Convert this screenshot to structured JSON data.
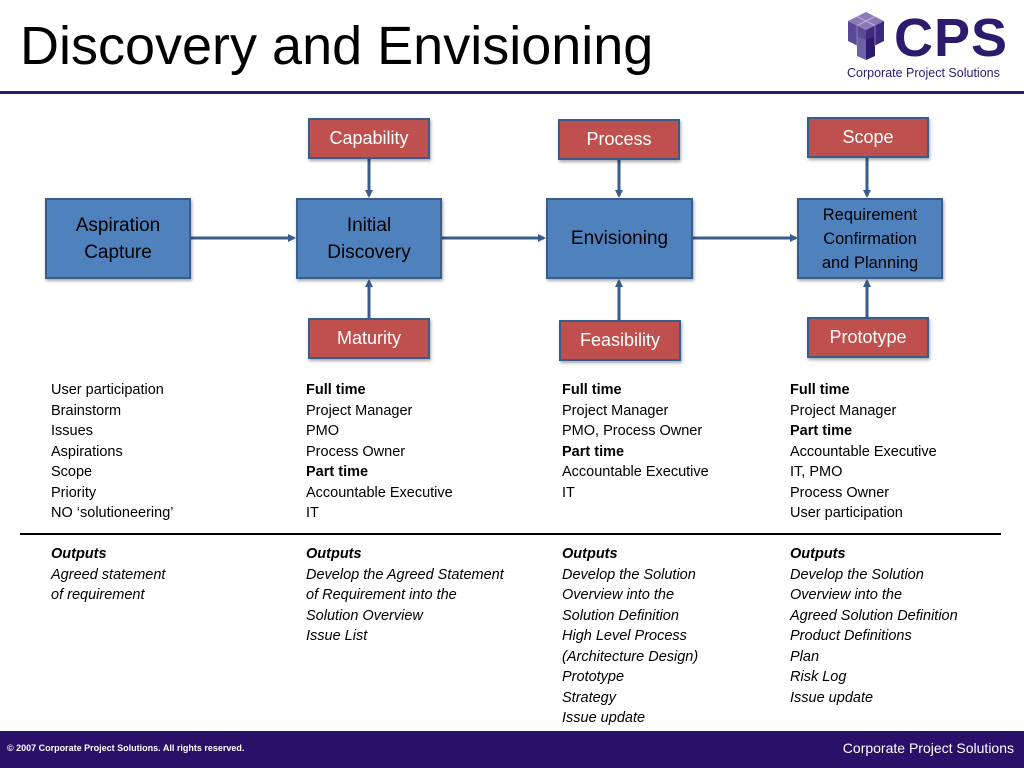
{
  "slide": {
    "title": "Discovery and Envisioning",
    "logo_text": "CPS",
    "logo_subtitle": "Corporate Project Solutions"
  },
  "diagram": {
    "stages": [
      "Aspiration\nCapture",
      "Initial\nDiscovery",
      "Envisioning",
      "Requirement\nConfirmation\nand Planning"
    ],
    "top_inputs": [
      "Capability",
      "Process",
      "Scope"
    ],
    "bottom_inputs": [
      "Maturity",
      "Feasibility",
      "Prototype"
    ]
  },
  "columns": [
    {
      "participants": [
        {
          "text": "User participation",
          "bold": false
        },
        {
          "text": "Brainstorm",
          "bold": false
        },
        {
          "text": "Issues",
          "bold": false
        },
        {
          "text": "Aspirations",
          "bold": false
        },
        {
          "text": "Scope",
          "bold": false
        },
        {
          "text": "Priority",
          "bold": false
        },
        {
          "text": "NO ‘solutioneering’",
          "bold": false
        }
      ],
      "outputs_heading": "Outputs",
      "outputs": [
        "Agreed statement",
        "of requirement"
      ]
    },
    {
      "participants": [
        {
          "text": "Full time",
          "bold": true
        },
        {
          "text": "Project Manager",
          "bold": false
        },
        {
          "text": "PMO",
          "bold": false
        },
        {
          "text": "Process Owner",
          "bold": false
        },
        {
          "text": "Part time",
          "bold": true
        },
        {
          "text": "Accountable Executive",
          "bold": false
        },
        {
          "text": "IT",
          "bold": false
        }
      ],
      "outputs_heading": "Outputs",
      "outputs": [
        "Develop the Agreed Statement",
        "of  Requirement into the",
        "Solution Overview",
        "Issue List"
      ]
    },
    {
      "participants": [
        {
          "text": "Full time",
          "bold": true
        },
        {
          "text": "Project Manager",
          "bold": false
        },
        {
          "text": "PMO, Process Owner",
          "bold": false
        },
        {
          "text": "Part time",
          "bold": true
        },
        {
          "text": "Accountable Executive",
          "bold": false
        },
        {
          "text": "IT",
          "bold": false
        }
      ],
      "outputs_heading": "Outputs",
      "outputs": [
        "Develop the Solution",
        "Overview into the",
        "Solution Definition",
        "High Level Process",
        "(Architecture Design)",
        "Prototype",
        "Strategy",
        "Issue update"
      ]
    },
    {
      "participants": [
        {
          "text": "Full time",
          "bold": true
        },
        {
          "text": "Project Manager",
          "bold": false
        },
        {
          "text": "Part time",
          "bold": true
        },
        {
          "text": "Accountable Executive",
          "bold": false
        },
        {
          "text": "IT, PMO",
          "bold": false
        },
        {
          "text": "Process Owner",
          "bold": false
        },
        {
          "text": "User participation",
          "bold": false
        }
      ],
      "outputs_heading": "Outputs",
      "outputs": [
        "Develop the Solution",
        "Overview into the",
        "Agreed Solution Definition",
        "Product Definitions",
        "Plan",
        "Risk Log",
        "Issue update"
      ]
    }
  ],
  "footer": {
    "copyright": "© 2007 Corporate Project Solutions. All rights reserved.",
    "company": "Corporate Project Solutions"
  },
  "colors": {
    "stage_fill": "#4f81bd",
    "input_fill": "#c0504d",
    "arrow": "#385d8a",
    "brand": "#2e1a6d",
    "footer_bg": "#2a1068"
  },
  "icons": [
    "cube-logo-icon"
  ]
}
